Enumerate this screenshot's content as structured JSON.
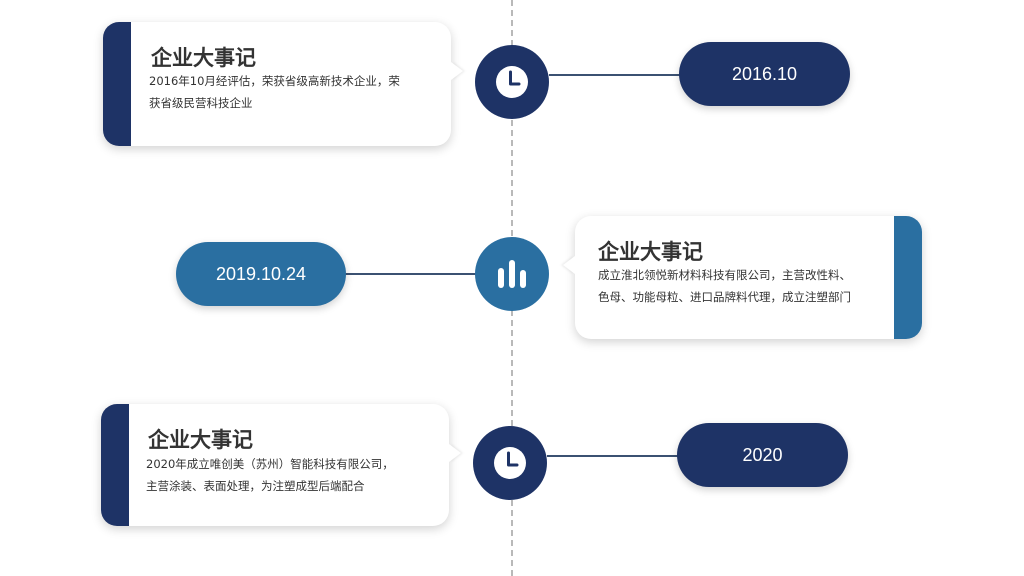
{
  "colors": {
    "navy": "#1e3366",
    "steel_blue": "#2a6fa1",
    "line": "#3b5172",
    "dashed_axis": "#b9b9b9"
  },
  "events": [
    {
      "title": "企业大事记",
      "description_lines": [
        "2016年10月经评估，荣获省级高新技术企业，荣",
        "获省级民营科技企业"
      ],
      "date": "2016.10",
      "icon": "clock-icon"
    },
    {
      "title": "企业大事记",
      "description_lines": [
        "成立淮北领悦新材料科技有限公司，主营改性料、",
        "色母、功能母粒、进口品牌料代理，成立注塑部门"
      ],
      "date": "2019.10.24",
      "icon": "bar-chart-icon"
    },
    {
      "title": "企业大事记",
      "description_lines": [
        "2020年成立唯创美（苏州）智能科技有限公司，",
        "主营涂装、表面处理，为注塑成型后端配合"
      ],
      "date": "2020",
      "icon": "clock-icon"
    }
  ]
}
